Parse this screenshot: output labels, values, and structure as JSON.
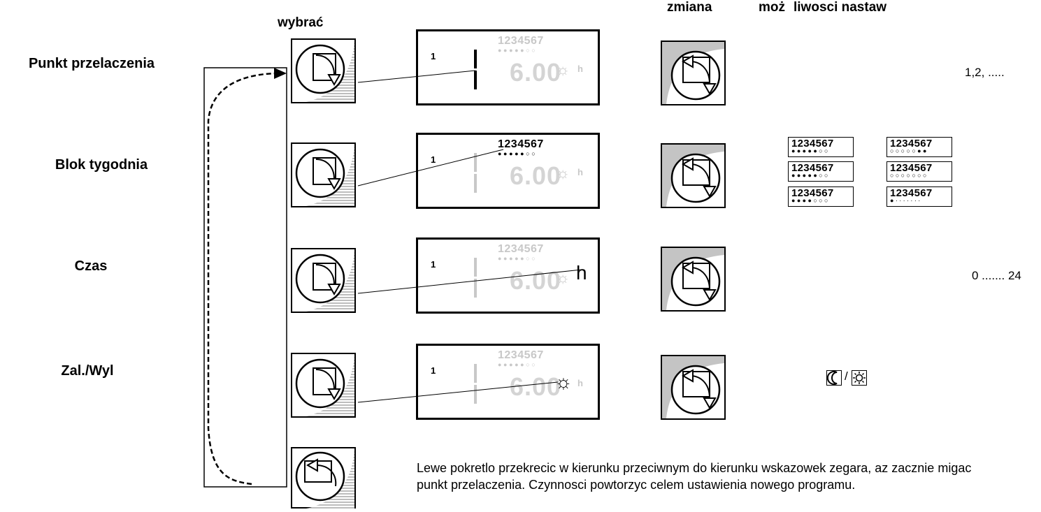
{
  "headers": {
    "select": "wybrać",
    "change": "zmiana",
    "possible_a": "moż",
    "possible_b": "liwosci nastaw"
  },
  "rows": [
    {
      "label": "Punkt przelaczenia",
      "value": "1,2,  ....."
    },
    {
      "label": "Blok tygodnia"
    },
    {
      "label": "Czas",
      "value": "0 ....... 24"
    },
    {
      "label": "Zal./Wyl",
      "value": "/"
    }
  ],
  "lcd": {
    "program": "1",
    "days": "1234567",
    "time": "6.00",
    "hour_unit": "h",
    "sun_icon": "☼"
  },
  "week_blocks": [
    {
      "days": "123456",
      "last": "7",
      "dots": "●●●●●○○"
    },
    {
      "days": "123456",
      "last": "7",
      "dots": "○○○○○●●"
    },
    {
      "days": "123456",
      "last": "7",
      "dots": "●●●●●○○"
    },
    {
      "days": "123456",
      "last": "7",
      "dots": "○○○○○○○"
    },
    {
      "days": "123456",
      "last": "7",
      "dots": "●●●●○○○"
    },
    {
      "days": "123456",
      "last": "7",
      "dots": "●·······"
    }
  ],
  "instruction": "Lewe pokretlo przekrecic w kierunku przeciwnym do kierunku wskazowek zegara, az zacznie migac punkt przelaczenia. Czynnosci powtorzyc celem ustawienia nowego programu."
}
